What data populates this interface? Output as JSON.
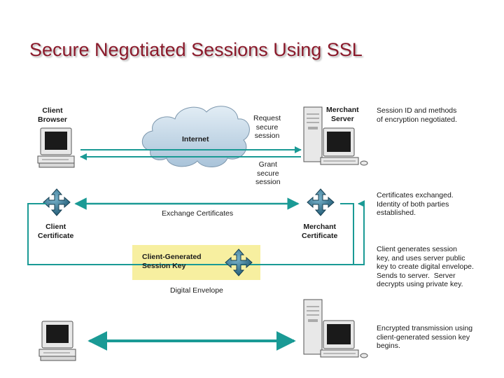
{
  "title": "Secure Negotiated Sessions Using SSL",
  "labels": {
    "client_browser": "Client\nBrowser",
    "merchant_server": "Merchant\nServer",
    "internet": "Internet",
    "request_secure_session": "Request\nsecure\nsession",
    "grant_secure_session": "Grant\nsecure\nsession",
    "exchange_certificates": "Exchange Certificates",
    "client_certificate": "Client\nCertificate",
    "merchant_certificate": "Merchant\nCertificate",
    "client_generated_session_key": "Client-Generated\nSession Key",
    "digital_envelope": "Digital Envelope"
  },
  "notes": {
    "step1": "Session ID and methods\nof encryption negotiated.",
    "step2": "Certificates exchanged.\nIdentity of both parties\nestablished.",
    "step3": "Client generates session\nkey, and uses server public\nkey to create digital envelope.\nSends to server.  Server\ndecrypts using private key.",
    "step4": "Encrypted transmission using\nclient-generated session key\nbegins."
  },
  "colors": {
    "title": "#8b1a2b",
    "arrow": "#1a9a95",
    "cloud": "#c7d9e8",
    "certificate": "#2e6f8e",
    "key_box": "#f7efa0"
  }
}
